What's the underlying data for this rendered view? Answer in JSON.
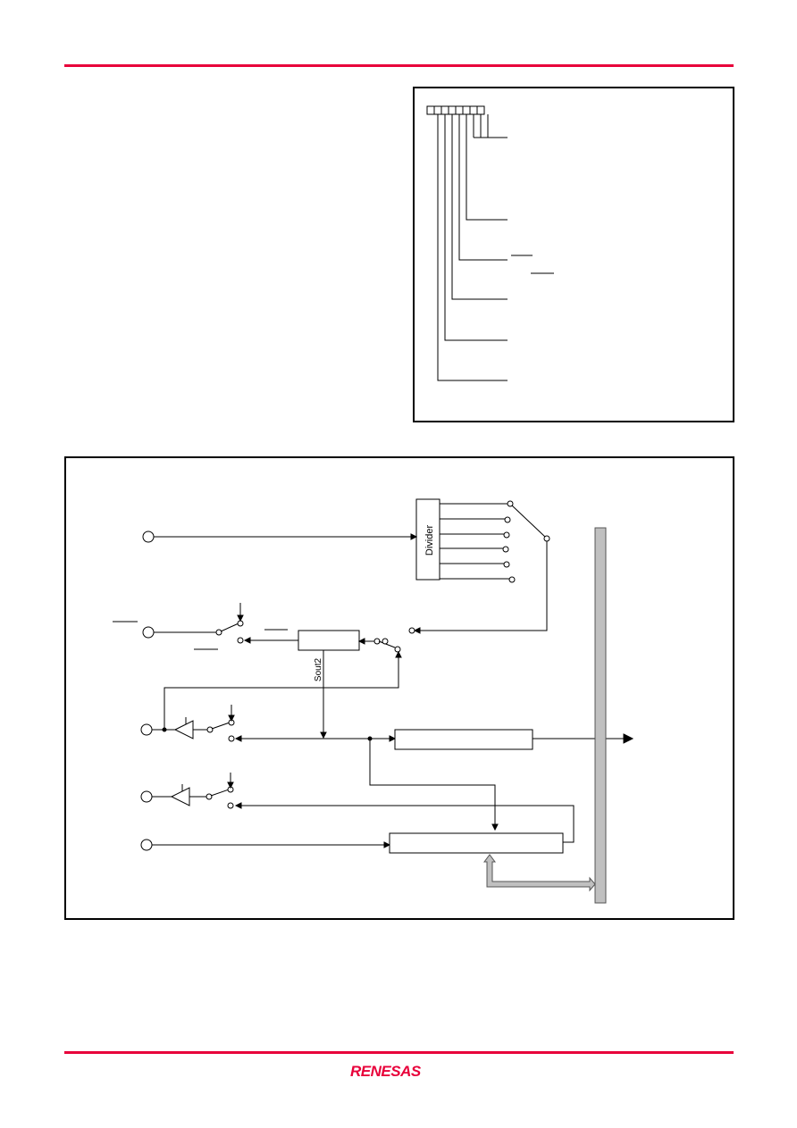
{
  "colors": {
    "brand": "#e8003a",
    "line": "#000000",
    "bus_fill": "#c0c0c0",
    "bus_stroke": "#555555"
  },
  "diagram": {
    "divider_label": "Divider",
    "sout2_label": "Sout2"
  },
  "logo": {
    "text": "RENESAS",
    "icon": "renesas-logo"
  }
}
